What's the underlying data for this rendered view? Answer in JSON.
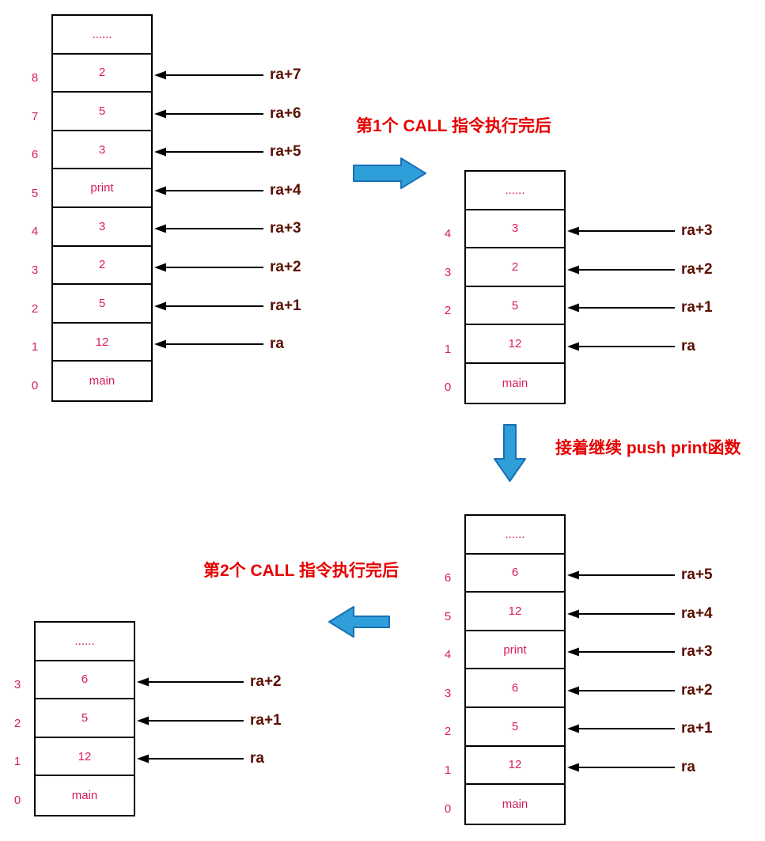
{
  "annotations": {
    "step1": "第1个 CALL 指令执行完后",
    "step2": "接着继续 push print函数",
    "step3": "第2个 CALL 指令执行完后"
  },
  "colors": {
    "cell_text": "#D81B60",
    "label_text": "#5B0F00",
    "heading_text": "#E60000",
    "arrow_fill": "#2E9FD9",
    "arrow_stroke": "#1A6FB5",
    "line_color": "#000000",
    "border_color": "#000000",
    "background": "#FFFFFF"
  },
  "stacks": [
    {
      "id": "initial",
      "cells": [
        {
          "value": "......",
          "index": "",
          "pointer": ""
        },
        {
          "value": "2",
          "index": "8",
          "pointer": "ra+7"
        },
        {
          "value": "5",
          "index": "7",
          "pointer": "ra+6"
        },
        {
          "value": "3",
          "index": "6",
          "pointer": "ra+5"
        },
        {
          "value": "print",
          "index": "5",
          "pointer": "ra+4"
        },
        {
          "value": "3",
          "index": "4",
          "pointer": "ra+3"
        },
        {
          "value": "2",
          "index": "3",
          "pointer": "ra+2"
        },
        {
          "value": "5",
          "index": "2",
          "pointer": "ra+1"
        },
        {
          "value": "12",
          "index": "1",
          "pointer": "ra"
        },
        {
          "value": "main",
          "index": "0",
          "pointer": ""
        }
      ]
    },
    {
      "id": "after-first-call",
      "cells": [
        {
          "value": "......",
          "index": "",
          "pointer": ""
        },
        {
          "value": "3",
          "index": "4",
          "pointer": "ra+3"
        },
        {
          "value": "2",
          "index": "3",
          "pointer": "ra+2"
        },
        {
          "value": "5",
          "index": "2",
          "pointer": "ra+1"
        },
        {
          "value": "12",
          "index": "1",
          "pointer": "ra"
        },
        {
          "value": "main",
          "index": "0",
          "pointer": ""
        }
      ]
    },
    {
      "id": "after-push-print",
      "cells": [
        {
          "value": "......",
          "index": "",
          "pointer": ""
        },
        {
          "value": "6",
          "index": "6",
          "pointer": "ra+5"
        },
        {
          "value": "12",
          "index": "5",
          "pointer": "ra+4"
        },
        {
          "value": "print",
          "index": "4",
          "pointer": "ra+3"
        },
        {
          "value": "6",
          "index": "3",
          "pointer": "ra+2"
        },
        {
          "value": "5",
          "index": "2",
          "pointer": "ra+1"
        },
        {
          "value": "12",
          "index": "1",
          "pointer": "ra"
        },
        {
          "value": "main",
          "index": "0",
          "pointer": ""
        }
      ]
    },
    {
      "id": "after-second-call",
      "cells": [
        {
          "value": "......",
          "index": "",
          "pointer": ""
        },
        {
          "value": "6",
          "index": "3",
          "pointer": "ra+2"
        },
        {
          "value": "5",
          "index": "2",
          "pointer": "ra+1"
        },
        {
          "value": "12",
          "index": "1",
          "pointer": "ra"
        },
        {
          "value": "main",
          "index": "0",
          "pointer": ""
        }
      ]
    }
  ]
}
